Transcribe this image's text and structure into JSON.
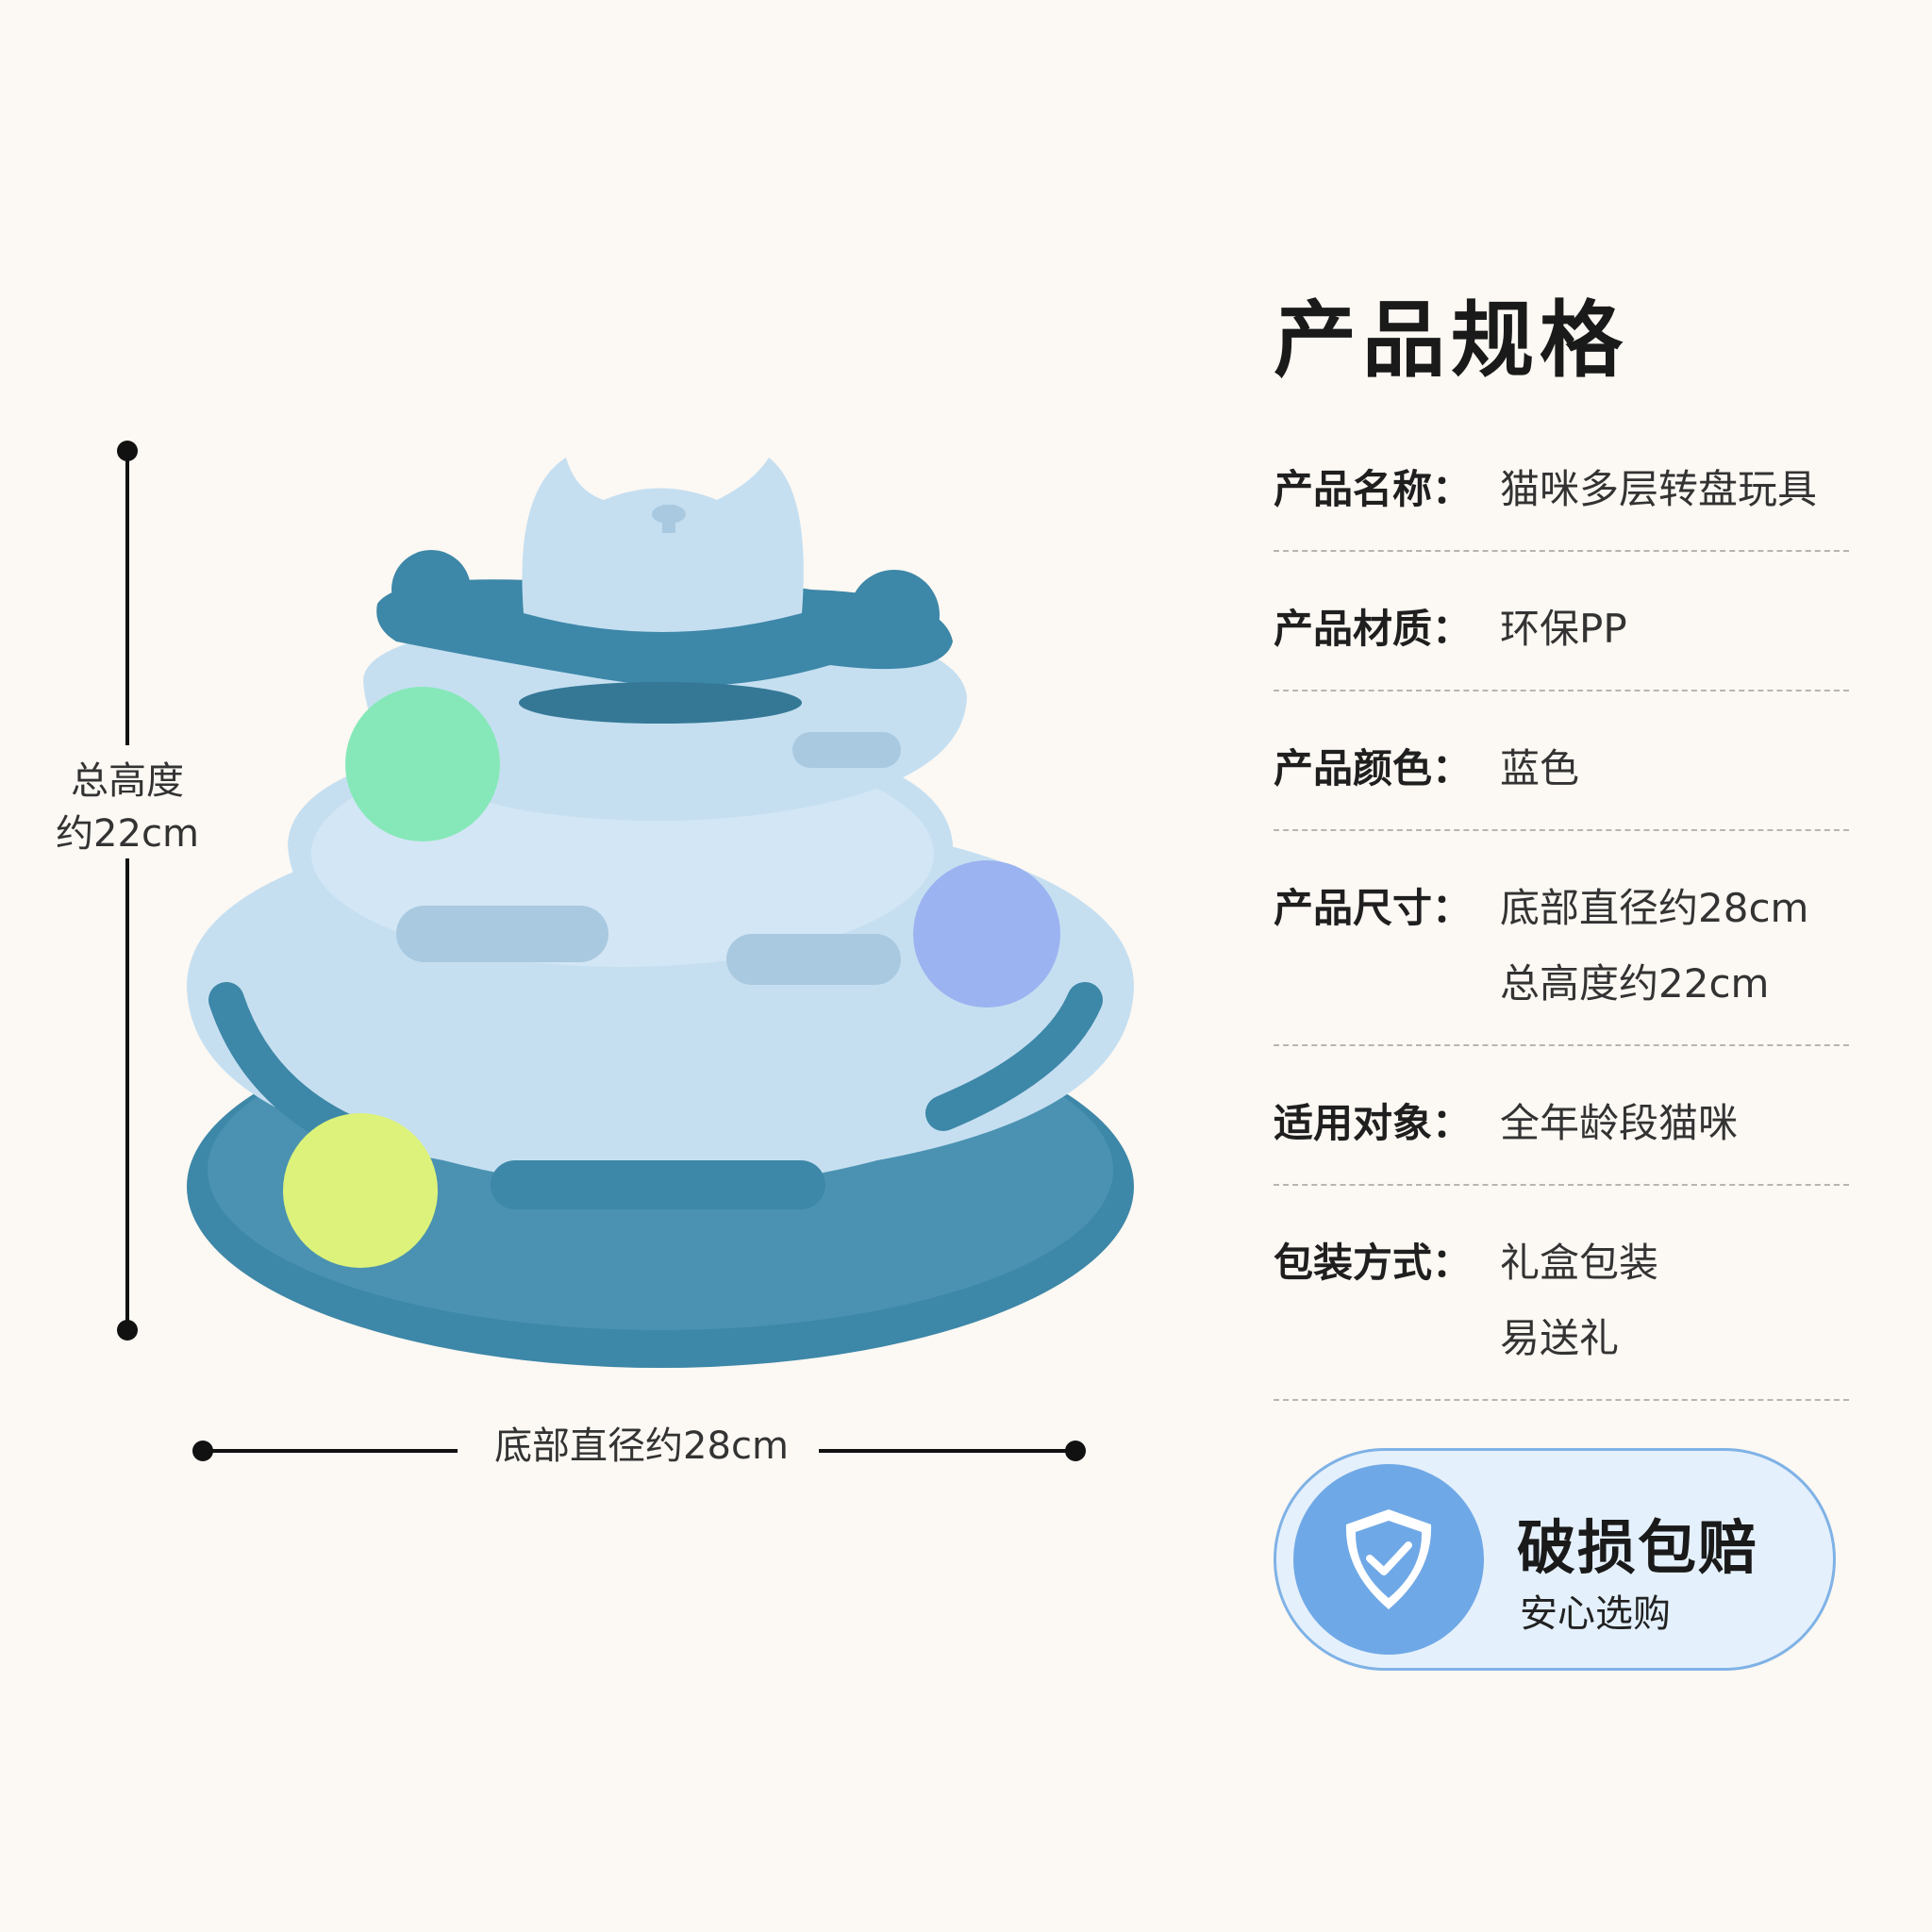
{
  "dimensions": {
    "height_label_line1": "总高度",
    "height_label_line2": "约22cm",
    "width_label": "底部直径约28cm"
  },
  "spec": {
    "title": "产品规格",
    "rows": [
      {
        "key": "产品名称：",
        "values": [
          "猫咪多层转盘玩具"
        ]
      },
      {
        "key": "产品材质：",
        "values": [
          "环保PP"
        ]
      },
      {
        "key": "产品颜色：",
        "values": [
          "蓝色"
        ]
      },
      {
        "key": "产品尺寸：",
        "values": [
          "底部直径约28cm",
          "总高度约22cm"
        ]
      },
      {
        "key": "适用对象：",
        "values": [
          "全年龄段猫咪"
        ]
      },
      {
        "key": "包装方式：",
        "values": [
          "礼盒包装",
          "易送礼"
        ]
      }
    ]
  },
  "badge": {
    "title": "破损包赔",
    "subtitle": "安心选购",
    "icon": "shield-check-icon"
  },
  "colors": {
    "background": "#fcf8f3",
    "toy_light_blue": "#c5dff1",
    "toy_dark_teal": "#3d87a8",
    "badge_blue": "#6fa8e6",
    "ball_green": "#86e8b8",
    "ball_yellow": "#dcf27a",
    "ball_periwinkle": "#9bb3f0"
  }
}
